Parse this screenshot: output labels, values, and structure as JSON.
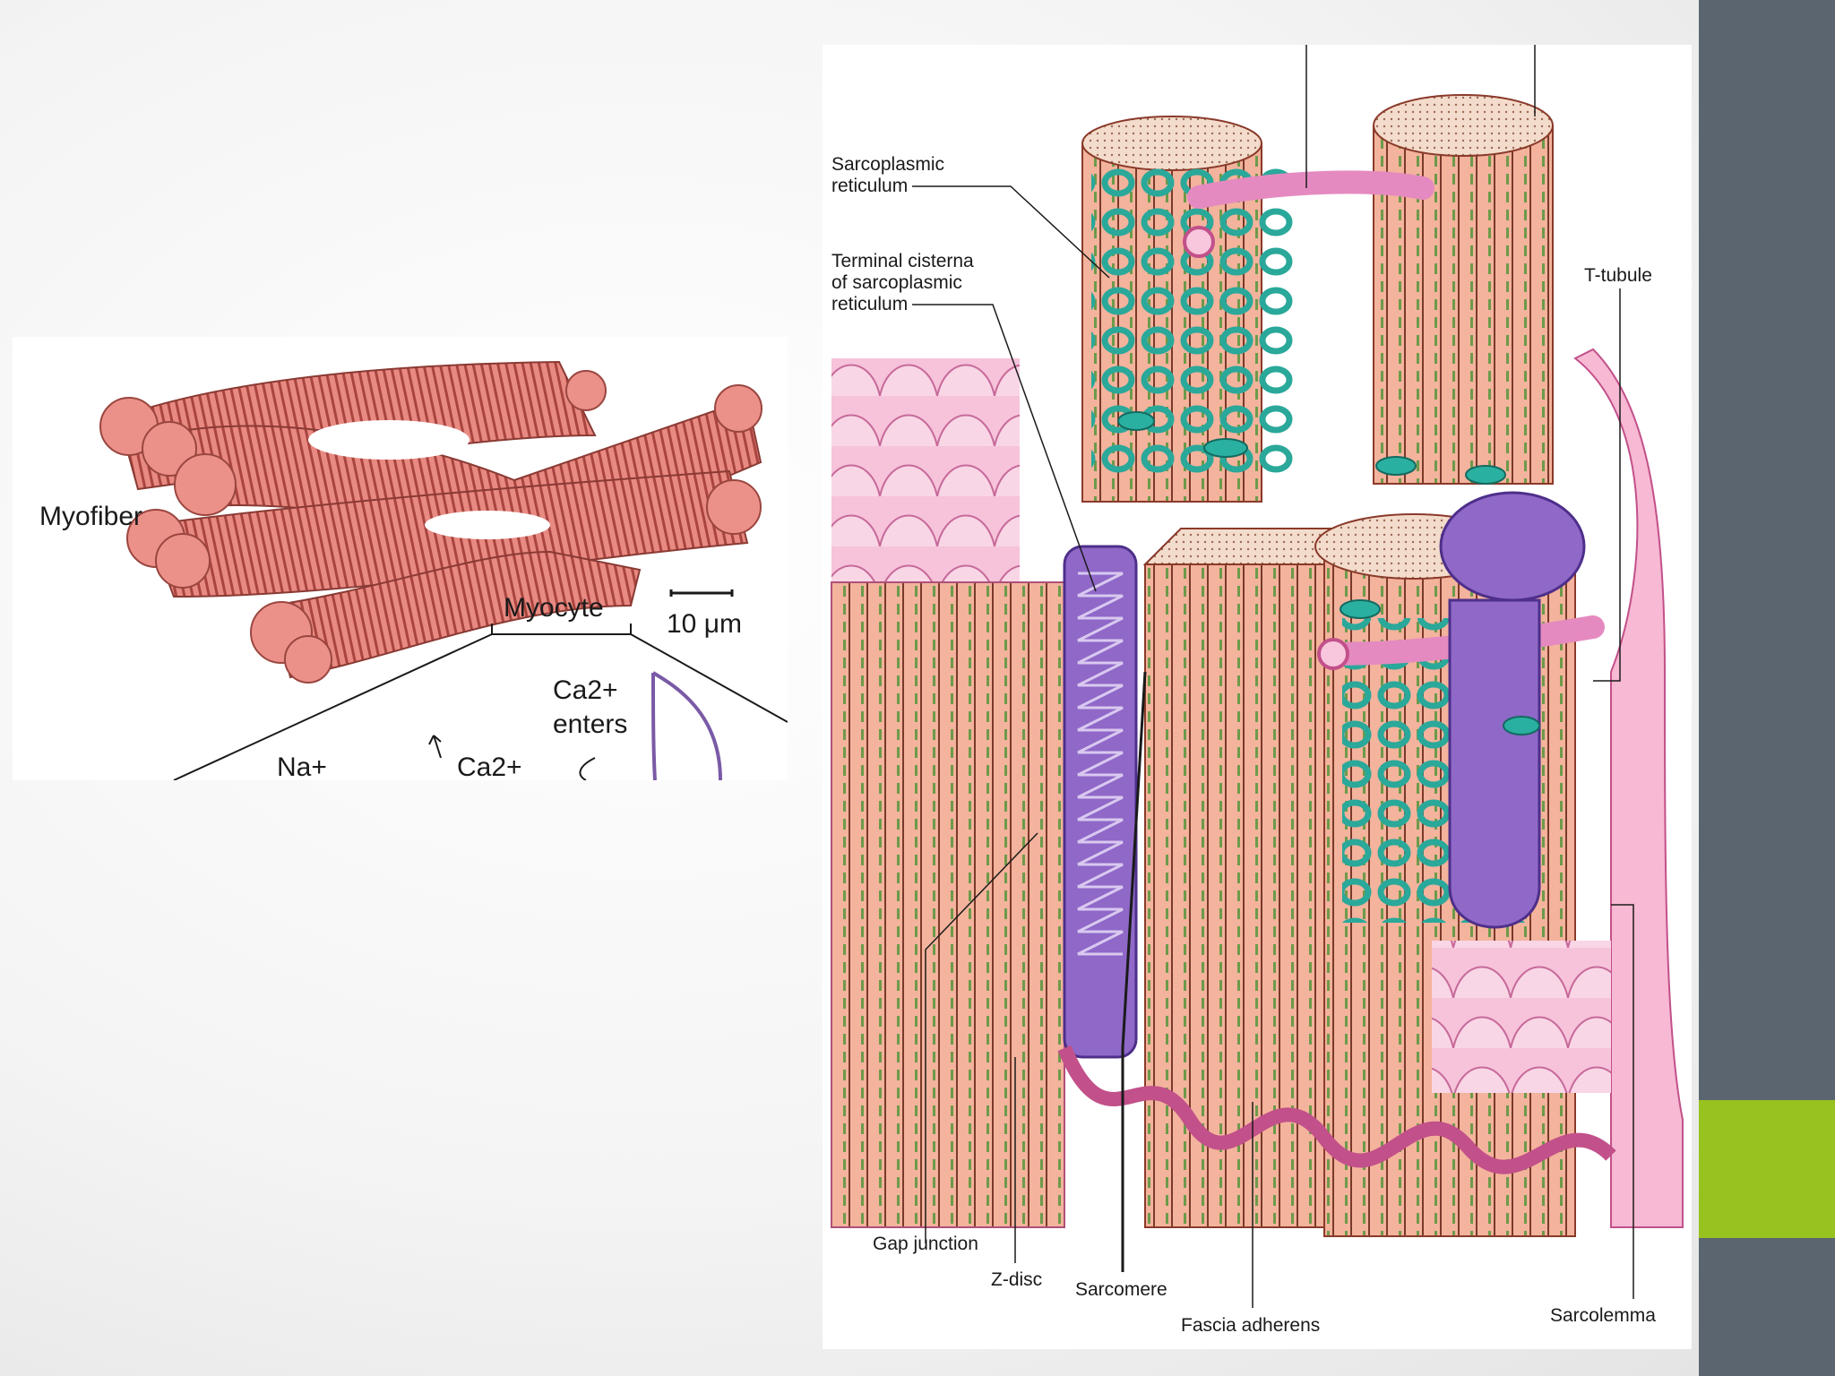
{
  "left_figure": {
    "labels": {
      "myofiber": "Myofiber",
      "myocyte": "Myocyte",
      "scale": "10 μm",
      "ca_enters_1": "Ca2+",
      "ca_enters_2": "enters",
      "na": "Na+",
      "ca2": "Ca2+"
    }
  },
  "right_figure": {
    "labels": {
      "sarcoplasmic_reticulum_1": "Sarcoplasmic",
      "sarcoplasmic_reticulum_2": "reticulum",
      "terminal_cisterna_1": "Terminal cisterna",
      "terminal_cisterna_2": "of sarcoplasmic",
      "terminal_cisterna_3": "reticulum",
      "t_tubule": "T-tubule",
      "gap_junction": "Gap junction",
      "z_disc": "Z-disc",
      "sarcomere": "Sarcomere",
      "fascia_adherens": "Fascia adherens",
      "sarcolemma": "Sarcolemma"
    }
  },
  "colors": {
    "sidebar": "#5a6570",
    "accent": "#98c21f",
    "myofiber": "#e07a72",
    "reticulum": "#2aa89a",
    "mitochondria": "#8a63c2",
    "membrane": "#f0a0c8"
  }
}
